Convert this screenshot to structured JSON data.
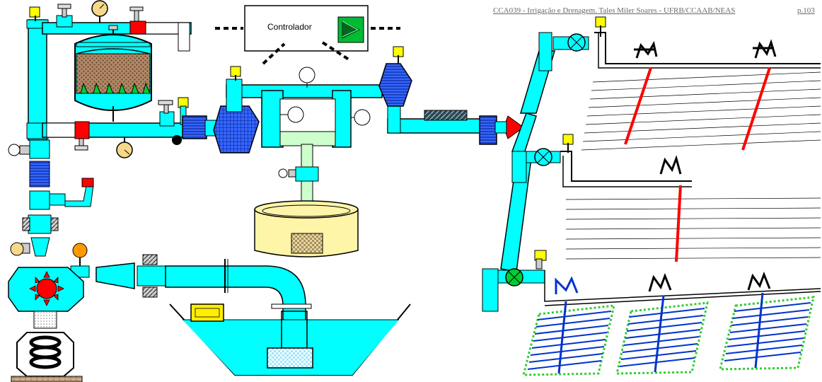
{
  "header": {
    "title": "CCA039 - Irrigação e Drenagem. Tales Miler Soares - UFRB/CCAAB/NEAS",
    "page": "p.103"
  },
  "controller": {
    "label": "Controlador"
  },
  "colors": {
    "pipe": "#00ffff",
    "outline": "#000000",
    "filter_blue": "#3366ff",
    "valve_red": "#ff0000",
    "valve_green": "#00cc33",
    "gauge_tan": "#f5d88a",
    "tank_yellow": "#fff5a8",
    "lateral_red": "#ff0000",
    "drip_green": "#33cc33",
    "drip_blue": "#0033cc",
    "tag_yellow": "#ffff00"
  }
}
